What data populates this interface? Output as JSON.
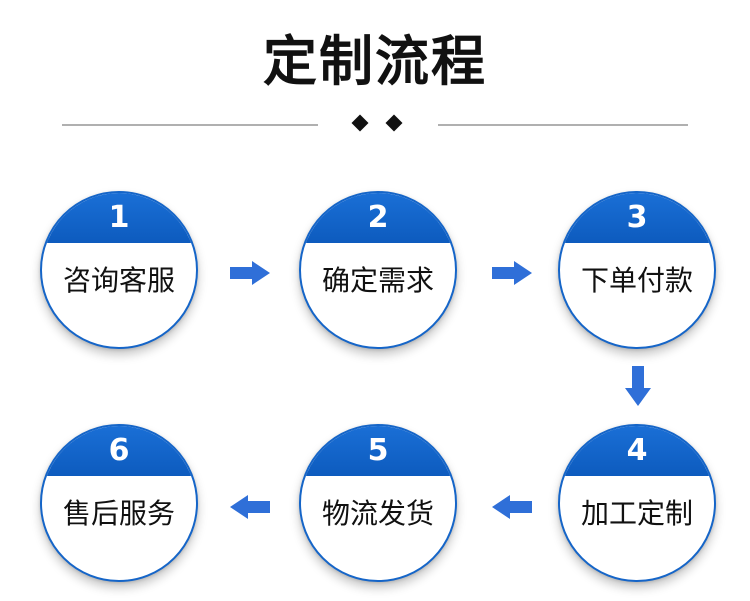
{
  "title": "定制流程",
  "colors": {
    "accent": "#1565c8",
    "arrow": "#2f6fd8",
    "text": "#111111"
  },
  "steps": [
    {
      "number": "1",
      "label": "咨询客服"
    },
    {
      "number": "2",
      "label": "确定需求"
    },
    {
      "number": "3",
      "label": "下单付款"
    },
    {
      "number": "4",
      "label": "加工定制"
    },
    {
      "number": "5",
      "label": "物流发货"
    },
    {
      "number": "6",
      "label": "售后服务"
    }
  ],
  "arrows": [
    "right-arrow-icon",
    "right-arrow-icon",
    "down-arrow-icon",
    "left-arrow-icon",
    "left-arrow-icon"
  ]
}
